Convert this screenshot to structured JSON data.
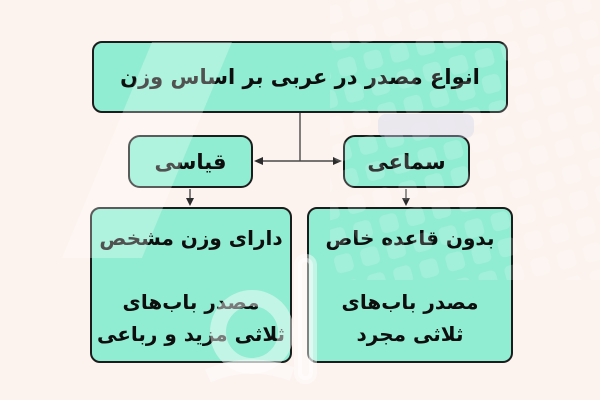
{
  "colors": {
    "background": "#fcf3ee",
    "box_fill": "#90edd2",
    "box_border": "#1c1c1c",
    "text": "#0e0e0e",
    "connector": "#4a4a4a"
  },
  "diagram": {
    "root": {
      "label": "انواع مصدر در عربی بر اساس وزن"
    },
    "branches": [
      {
        "label": "قیاسی"
      },
      {
        "label": "سماعی"
      }
    ],
    "leaves": [
      {
        "title": "دارای وزن مشخص",
        "line1": "مصدر باب‌های",
        "line2": "ثلاثی مزید و رباعی"
      },
      {
        "title": "بدون قاعده خاص",
        "line1": "مصدر باب‌های",
        "line2": "ثلاثی مجرد"
      }
    ]
  }
}
